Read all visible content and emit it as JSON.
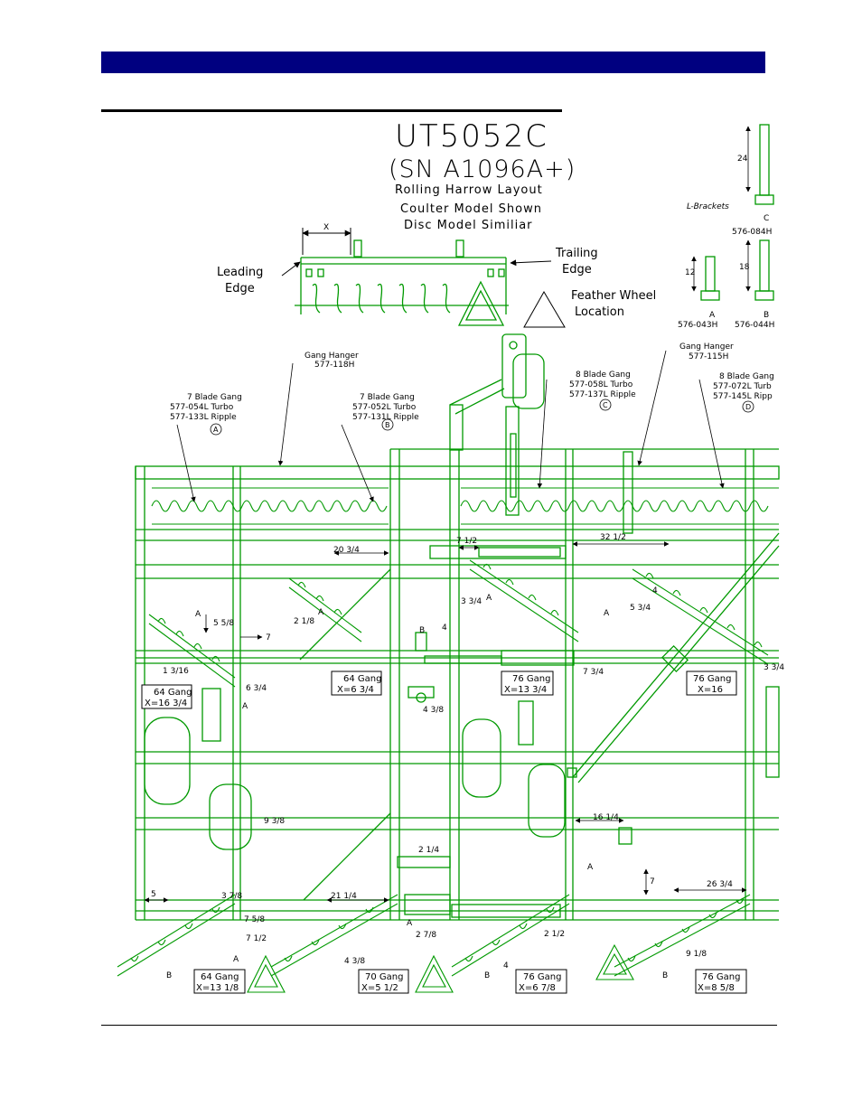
{
  "title": {
    "model": "UT5052C",
    "serial": "(SN A1096A+)",
    "line1": "Rolling Harrow Layout",
    "line2": "Coulter Model Shown",
    "line3": "Disc Model Similiar"
  },
  "inset": {
    "x_label": "X",
    "leading": [
      "Leading",
      "Edge"
    ],
    "trailing": [
      "Trailing",
      "Edge"
    ],
    "feather": [
      "Feather Wheel",
      "Location"
    ]
  },
  "brackets": {
    "label": "L-Brackets",
    "c": {
      "letter": "C",
      "part": "576-084H",
      "dim": "24"
    },
    "a": {
      "letter": "A",
      "part": "576-043H",
      "dim": "12"
    },
    "b": {
      "letter": "B",
      "part": "576-044H",
      "dim": "18"
    }
  },
  "gang_labels": {
    "hanger_left": [
      "Gang Hanger",
      "577-118H"
    ],
    "hanger_right": [
      "Gang Hanger",
      "577-115H"
    ],
    "a": [
      "7 Blade Gang",
      "577-054L Turbo",
      "577-133L Ripple",
      "A"
    ],
    "b": [
      "7 Blade Gang",
      "577-052L Turbo",
      "577-131L Ripple",
      "B"
    ],
    "c": [
      "8 Blade Gang",
      "577-058L Turbo",
      "577-137L Ripple",
      "C"
    ],
    "d": [
      "8 Blade Gang",
      "577-072L Turb",
      "577-145L Ripp",
      "D"
    ]
  },
  "gang_boxes": [
    {
      "line1": "64 Gang",
      "line2": "X=16 3/4"
    },
    {
      "line1": "64 Gang",
      "line2": "X=6 3/4"
    },
    {
      "line1": "76 Gang",
      "line2": "X=13 3/4"
    },
    {
      "line1": "76 Gang",
      "line2": "X=16"
    },
    {
      "line1": "64 Gang",
      "line2": "X=13 1/8"
    },
    {
      "line1": "70 Gang",
      "line2": "X=5 1/2"
    },
    {
      "line1": "76 Gang",
      "line2": "X=6 7/8"
    },
    {
      "line1": "76 Gang",
      "line2": "X=8 5/8"
    }
  ],
  "dims": {
    "d_7_1_2": "7 1/2",
    "d_32_1_2": "32 1/2",
    "d_20_3_4": "20 3/4",
    "d_4a": "4",
    "d_3_3_4": "3 3/4",
    "d_2_1_8": "2 1/8",
    "d_5_3_4": "5 3/4",
    "d_5_5_8": "5 5/8",
    "d_7a": "7",
    "d_1_3_16": "1 3/16",
    "d_6_3_4": "6 3/4",
    "d_4b": "4",
    "d_7_3_4": "7 3/4",
    "d_3_3_4b": "3 3/4",
    "d_4_3_8": "4 3/8",
    "d_9_3_8": "9 3/8",
    "d_16_1_4": "16 1/4",
    "d_2_1_4": "2 1/4",
    "d_7b": "7",
    "d_26_3_4": "26 3/4",
    "d_5": "5",
    "d_3_7_8": "3 7/8",
    "d_21_1_4": "21 1/4",
    "d_2_7_8": "2 7/8",
    "d_7_1_2b": "7 1/2",
    "d_4_3_8b": "4 3/8",
    "d_4c": "4",
    "d_2_1_2": "2 1/2",
    "d_9_1_8": "9 1/8",
    "d_7_5_8": "7 5/8"
  },
  "letters": {
    "a": "A",
    "b": "B"
  },
  "colors": {
    "line": "#009900",
    "header": "#000080",
    "text": "#000000"
  }
}
